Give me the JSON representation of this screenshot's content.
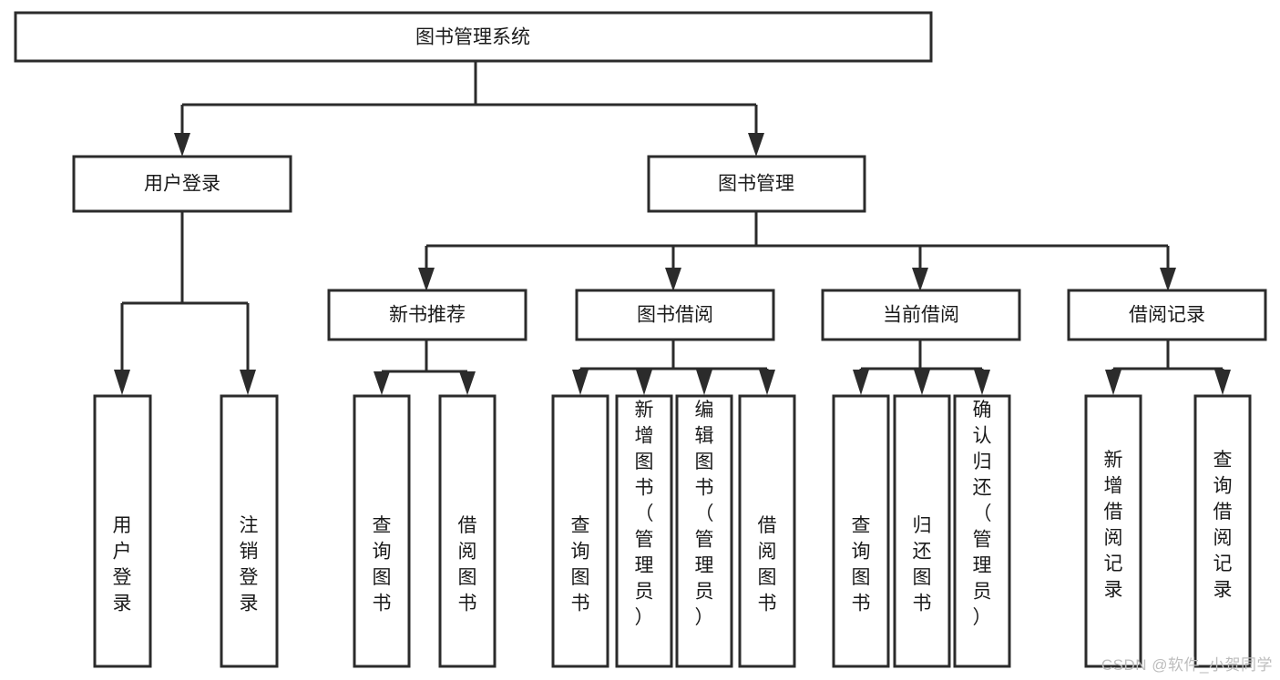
{
  "diagram": {
    "type": "tree-hierarchy",
    "title": "图书管理系统",
    "watermark": "CSDN @软件_小贺同学",
    "colors": {
      "stroke": "#2b2b2b",
      "fill": "#ffffff",
      "text": "#1a1a1a",
      "watermark": "#bdbdbd"
    },
    "levels": {
      "root": {
        "label": "图书管理系统"
      },
      "level2": [
        {
          "id": "user-login",
          "label": "用户登录"
        },
        {
          "id": "book-management",
          "label": "图书管理"
        }
      ],
      "level3": [
        {
          "id": "new-book-recommend",
          "label": "新书推荐"
        },
        {
          "id": "book-borrow",
          "label": "图书借阅"
        },
        {
          "id": "current-borrow",
          "label": "当前借阅"
        },
        {
          "id": "borrow-record",
          "label": "借阅记录"
        }
      ],
      "leaves": {
        "user-login": [
          {
            "id": "leaf-user-login",
            "label": "用户登录"
          },
          {
            "id": "leaf-logout-login",
            "label": "注销登录"
          }
        ],
        "new-book-recommend": [
          {
            "id": "leaf-query-book-1",
            "label": "查询图书"
          },
          {
            "id": "leaf-borrow-book-1",
            "label": "借阅图书"
          }
        ],
        "book-borrow": [
          {
            "id": "leaf-query-book-2",
            "label": "查询图书"
          },
          {
            "id": "leaf-add-book-admin",
            "label": "新增图书（管理员）"
          },
          {
            "id": "leaf-edit-book-admin",
            "label": "编辑图书（管理员）"
          },
          {
            "id": "leaf-borrow-book-2",
            "label": "借阅图书"
          }
        ],
        "current-borrow": [
          {
            "id": "leaf-query-book-3",
            "label": "查询图书"
          },
          {
            "id": "leaf-return-book",
            "label": "归还图书"
          },
          {
            "id": "leaf-confirm-return-admin",
            "label": "确认归还（管理员）"
          }
        ],
        "borrow-record": [
          {
            "id": "leaf-add-borrow-record",
            "label": "新增借阅记录"
          },
          {
            "id": "leaf-query-borrow-record",
            "label": "查询借阅记录"
          }
        ]
      }
    }
  }
}
